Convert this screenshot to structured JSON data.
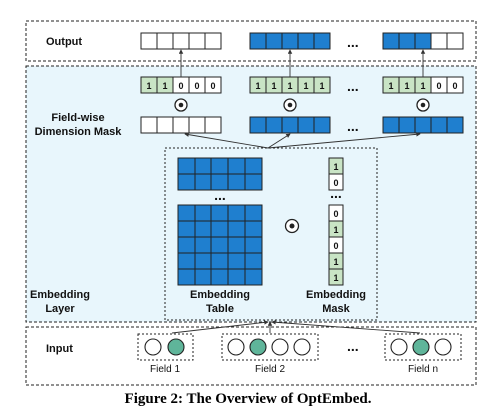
{
  "labels": {
    "output": "Output",
    "mask_line1": "Field-wise",
    "mask_line2": "Dimension Mask",
    "embedding_layer_line1": "Embedding",
    "embedding_layer_line2": "Layer",
    "input": "Input",
    "table_line1": "Embedding",
    "table_line2": "Table",
    "emask_line1": "Embedding",
    "emask_line2": "Mask"
  },
  "fields": {
    "field1": "Field 1",
    "field2": "Field 2",
    "fieldn": "Field n"
  },
  "ellipsis": "...",
  "ellipsis_table": "...",
  "mask_bits": {
    "group1": [
      "1",
      "1",
      "0",
      "0",
      "0"
    ],
    "group2": [
      "1",
      "1",
      "1",
      "1",
      "1"
    ],
    "group3": [
      "1",
      "1",
      "1",
      "0",
      "0"
    ]
  },
  "embedding_mask_bits": {
    "top": [
      "1",
      "0"
    ],
    "bottom": [
      "0",
      "1",
      "0",
      "1",
      "1"
    ]
  },
  "operator": "⊙",
  "caption": "Figure 2: The Overview of OptEmbed.",
  "colors": {
    "blue": "#1f7fcf",
    "green": "#c9e4c5",
    "green_dot": "#5fb59a",
    "panel": "#e8f6fc"
  }
}
